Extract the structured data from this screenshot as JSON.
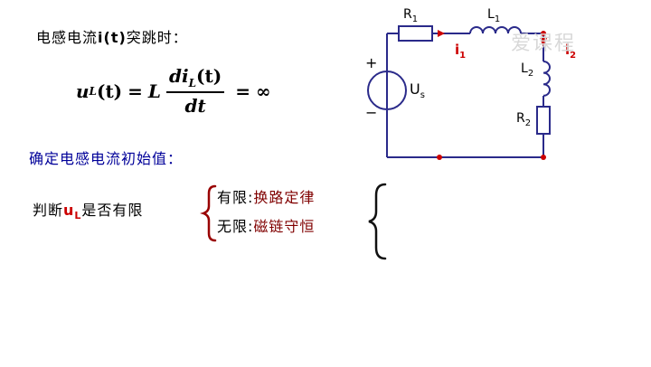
{
  "text": {
    "jump_prefix": "电感电流",
    "jump_var": "i(t)",
    "jump_suffix": "突跳时：",
    "formula": {
      "lhs_var": "u",
      "lhs_sub": "L",
      "lhs_arg": "(t)",
      "eq1": "=",
      "L": "L",
      "num_prefix": "di",
      "num_sub": "L",
      "num_arg": "(t)",
      "den": "dt",
      "eq2": "=",
      "inf": "∞"
    },
    "determine": "确定电感电流初始值：",
    "judge_prefix": "判断",
    "judge_var": "u",
    "judge_sub": "L",
    "judge_suffix": "是否有限",
    "finite_key": "有限:",
    "finite_val": "换路定律",
    "infinite_key": "无限:",
    "infinite_val": "磁链守恒"
  },
  "watermark": "爱课程",
  "circuit": {
    "r1_label": "R",
    "r1_sub": "1",
    "l1_label": "L",
    "l1_sub": "1",
    "l2_label": "L",
    "l2_sub": "2",
    "r2_label": "R",
    "r2_sub": "2",
    "source_label": "U",
    "source_sub": "s",
    "plus": "+",
    "minus": "−",
    "i1_label": "i",
    "i1_sub": "1",
    "i2_label": "i",
    "i2_sub": "2"
  },
  "colors": {
    "blue_text": "#000099",
    "red_text": "#cc0000",
    "dark_red": "#800000",
    "wire": "#2a2a8a",
    "brace_red": "#990000"
  }
}
